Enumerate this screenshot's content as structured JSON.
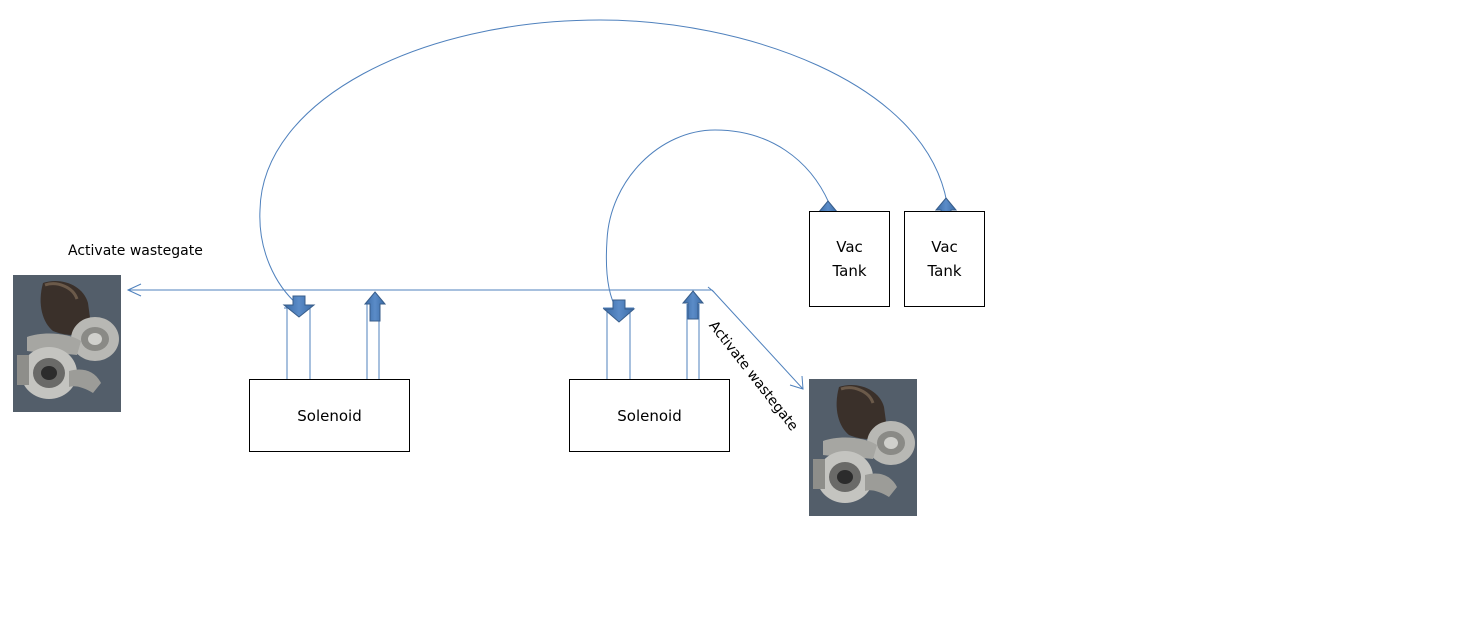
{
  "diagram": {
    "labels": {
      "left_action": "Activate wastegate",
      "right_action": "Activate wastegate"
    },
    "solenoids": [
      {
        "label": "Solenoid"
      },
      {
        "label": "Solenoid"
      }
    ],
    "vac_tanks": [
      {
        "line1": "Vac",
        "line2": "Tank"
      },
      {
        "line1": "Vac",
        "line2": "Tank"
      }
    ],
    "turbos": [
      {
        "icon": "turbocharger-photo"
      },
      {
        "icon": "turbocharger-photo"
      }
    ],
    "colors": {
      "line": "#4f81bd",
      "arrow_fill": "#4f81bd",
      "arrow_stroke": "#385d8a",
      "box_border": "#000000"
    }
  }
}
